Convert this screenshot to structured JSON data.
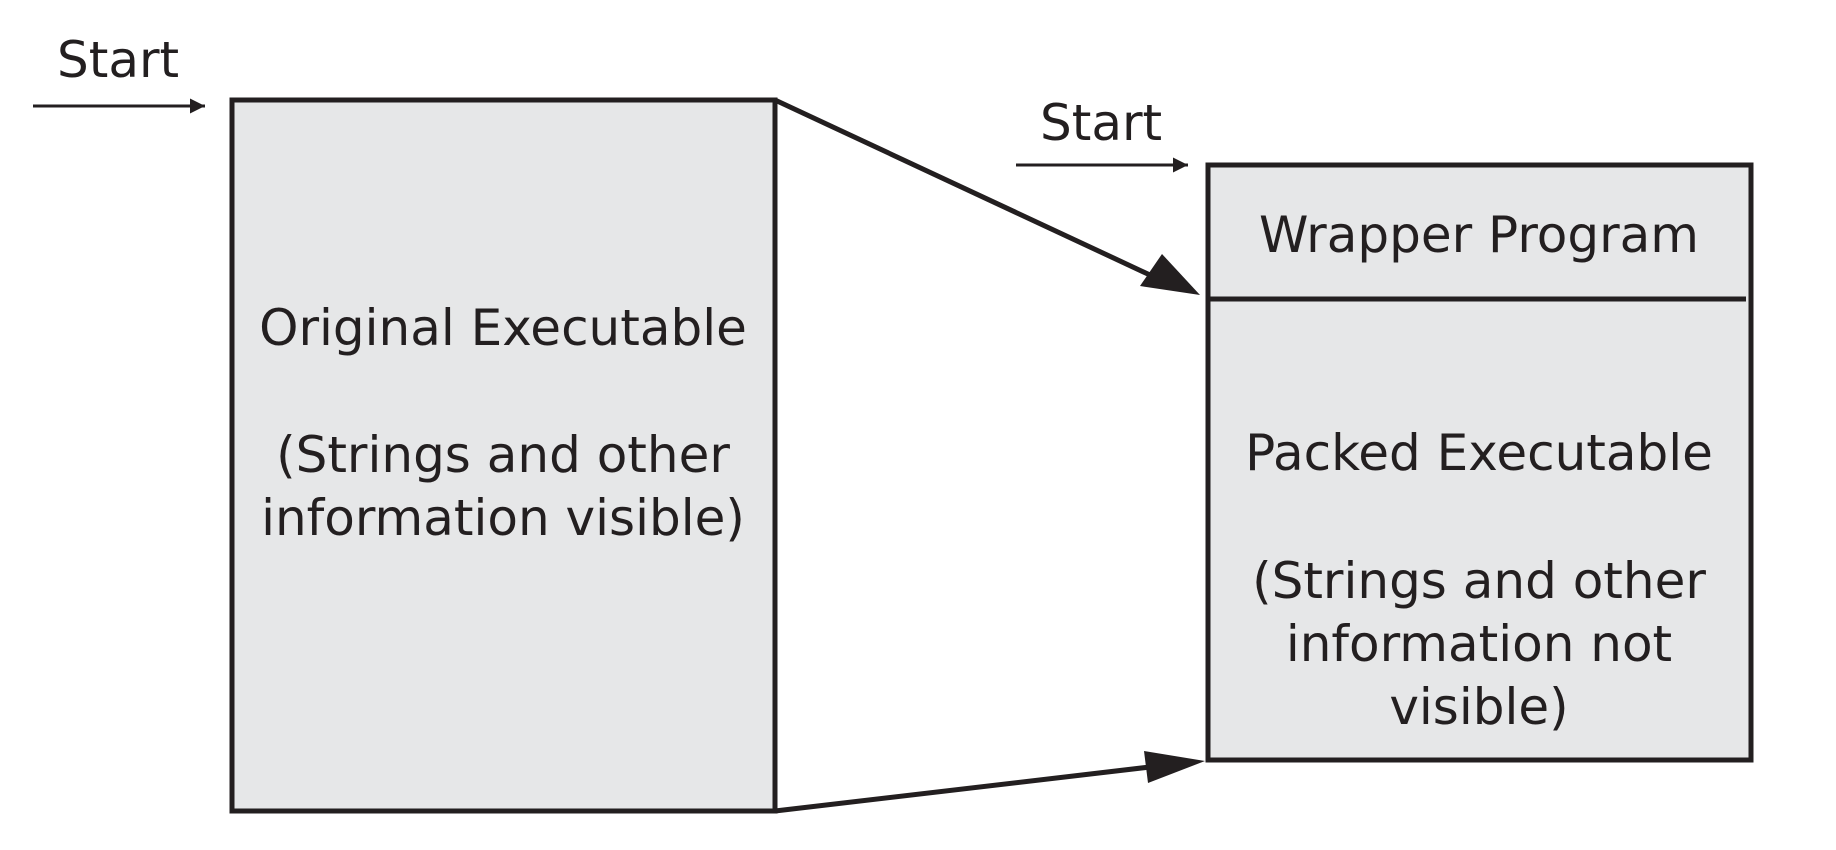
{
  "colors": {
    "box_fill": "#e6e7e8",
    "stroke": "#231f20",
    "background": "#ffffff"
  },
  "original": {
    "start_label": "Start",
    "title": "Original Executable",
    "note_lines": [
      "(Strings and other",
      "information visible)"
    ]
  },
  "packed": {
    "start_label": "Start",
    "wrapper_label": "Wrapper Program",
    "title": "Packed Executable",
    "note_lines": [
      "(Strings and other",
      "information not",
      "visible)"
    ]
  }
}
